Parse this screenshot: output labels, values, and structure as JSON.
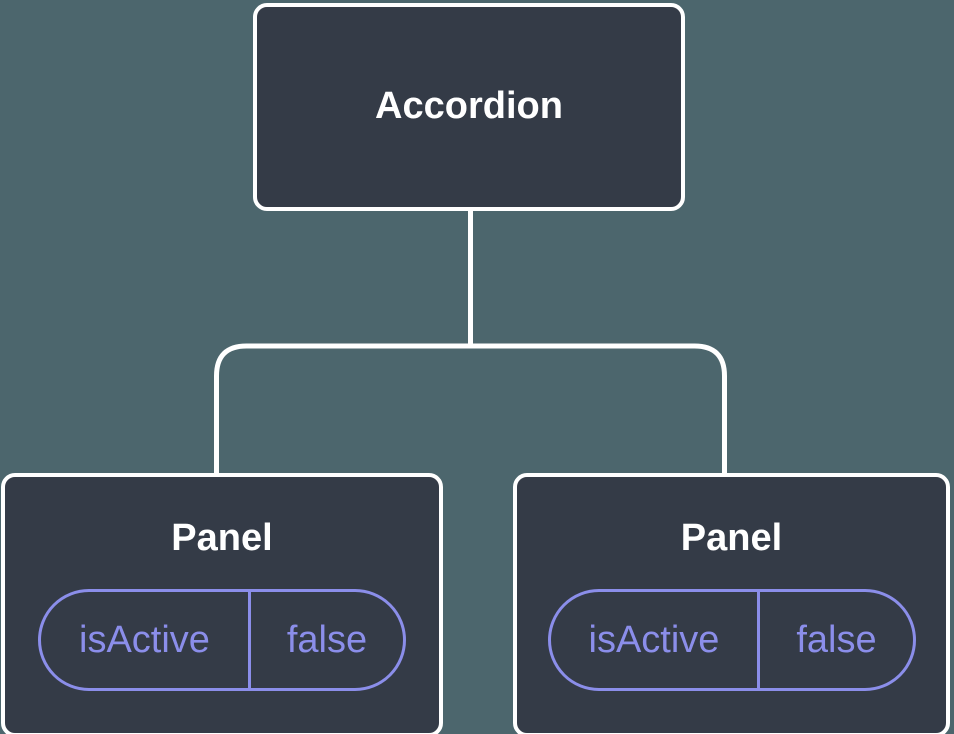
{
  "tree": {
    "root": {
      "label": "Accordion"
    },
    "children": [
      {
        "label": "Panel",
        "state": {
          "name": "isActive",
          "value": "false"
        }
      },
      {
        "label": "Panel",
        "state": {
          "name": "isActive",
          "value": "false"
        }
      }
    ]
  },
  "colors": {
    "background": "#4C666D",
    "node_fill": "#343B47",
    "node_border": "#FFFFFF",
    "node_text": "#FFFFFF",
    "state_accent": "#8B8EEA",
    "connector": "#FFFFFF"
  }
}
